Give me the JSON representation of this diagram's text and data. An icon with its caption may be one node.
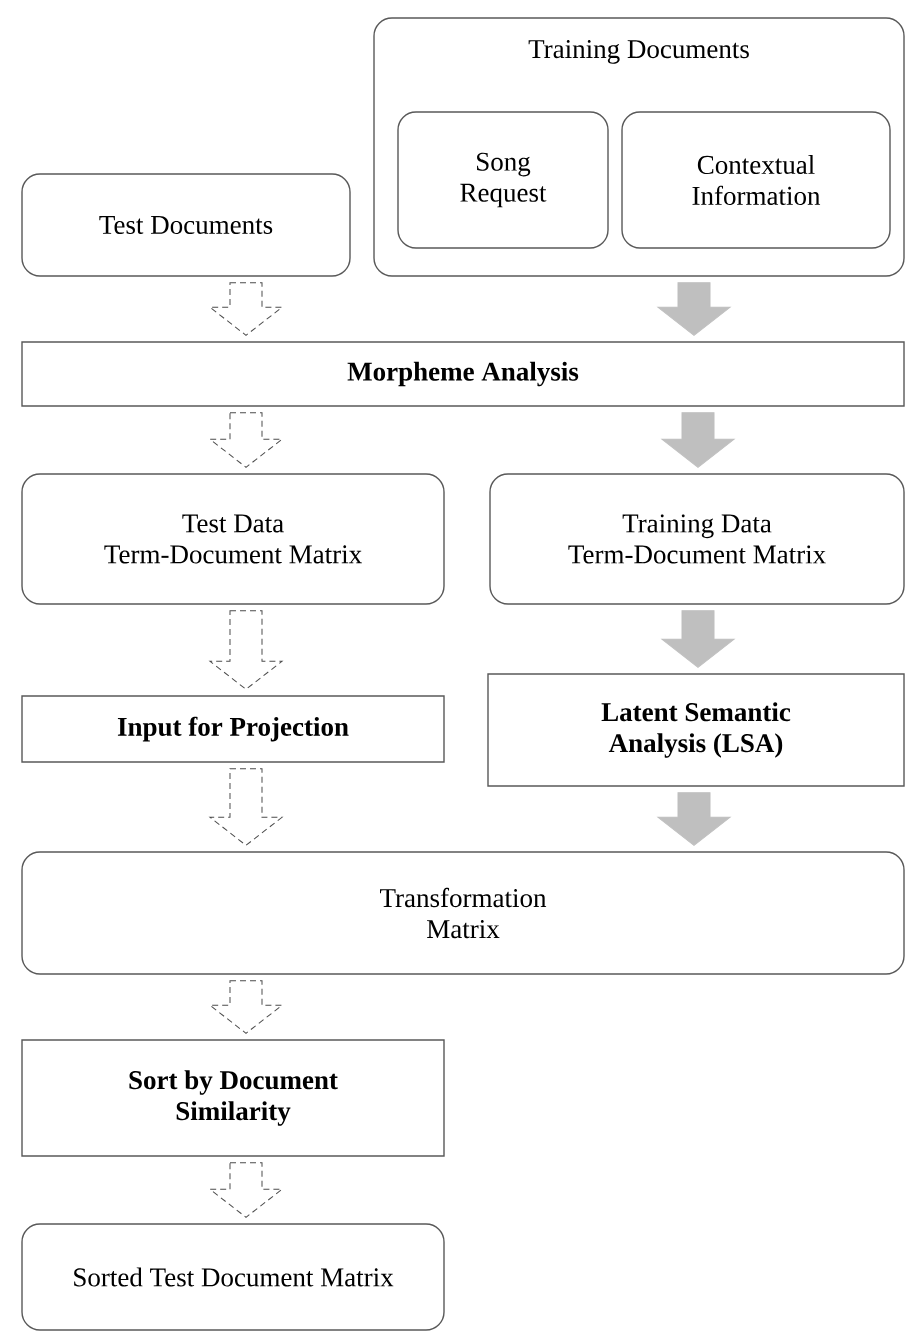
{
  "diagram": {
    "nodes": [
      {
        "text": [
          "Training Documents"
        ]
      },
      {
        "text": [
          "Song Request"
        ],
        "in": 0
      },
      {
        "text": [
          "Contextual Information"
        ],
        "in": 0
      },
      {
        "text": [
          "Test Documents"
        ]
      },
      {
        "text": [
          "Morpheme Analysis"
        ]
      },
      {
        "text": [
          "Test Data Term-Document Matrix"
        ]
      },
      {
        "text": [
          "Training Data Term-Document Matrix"
        ]
      },
      {
        "text": [
          "Input for Projection"
        ]
      },
      {
        "text": [
          "Latent Semantic Analysis (LSA)"
        ]
      },
      {
        "text": [
          "Transformation Matrix"
        ]
      },
      {
        "text": [
          "Sort by Document Similarity"
        ]
      },
      {
        "text": [
          "Sorted Test Document Matrix"
        ]
      }
    ],
    "edges": [
      {
        "from": 3,
        "to": 4,
        "arrow": "to",
        "style": "dashed"
      },
      {
        "from": 0,
        "to": 4,
        "arrow": "to",
        "color": "#bfbfbf"
      },
      {
        "from": 4,
        "to": 5,
        "arrow": "to",
        "style": "dashed"
      },
      {
        "from": 4,
        "to": 6,
        "arrow": "to",
        "color": "#bfbfbf"
      },
      {
        "from": 5,
        "to": 7,
        "arrow": "to",
        "style": "dashed"
      },
      {
        "from": 6,
        "to": 8,
        "arrow": "to",
        "color": "#bfbfbf"
      },
      {
        "from": 7,
        "to": 9,
        "arrow": "to",
        "style": "dashed"
      },
      {
        "from": 8,
        "to": 9,
        "arrow": "to",
        "color": "#bfbfbf"
      },
      {
        "from": 9,
        "to": 10,
        "arrow": "to",
        "style": "dashed"
      },
      {
        "from": 10,
        "to": 11,
        "arrow": "to",
        "style": "dashed"
      }
    ]
  }
}
